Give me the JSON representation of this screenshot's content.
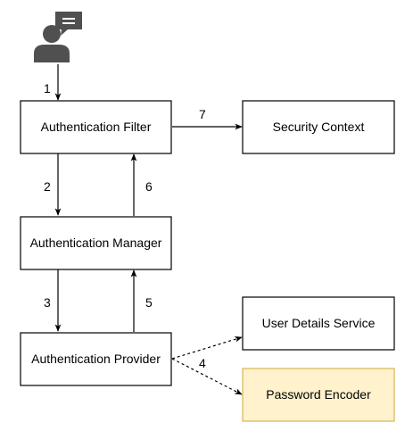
{
  "nodes": {
    "auth_filter": "Authentication Filter",
    "security_context": "Security Context",
    "auth_manager": "Authentication Manager",
    "auth_provider": "Authentication Provider",
    "user_details_service": "User Details Service",
    "password_encoder": "Password Encoder"
  },
  "edges": {
    "e1": "1",
    "e2": "2",
    "e3": "3",
    "e4": "4",
    "e5": "5",
    "e6": "6",
    "e7": "7"
  },
  "colors": {
    "box_fill": "#ffffff",
    "box_stroke": "#000000",
    "highlight_fill": "#fff2cc",
    "highlight_stroke": "#d6b656",
    "icon_fill": "#505050"
  },
  "icons": {
    "actor": "user-chat-icon"
  }
}
